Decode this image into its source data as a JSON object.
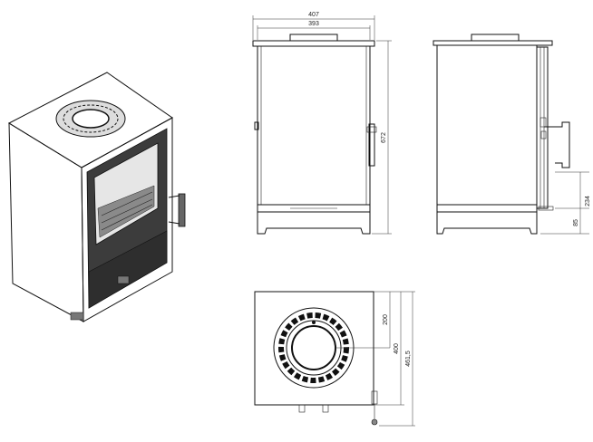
{
  "drawing": {
    "views": [
      "isometric",
      "front",
      "side",
      "top"
    ]
  },
  "dimensions": {
    "front_overall_width": "407",
    "front_body_width": "393",
    "front_height": "672",
    "side_dim_upper": "234",
    "side_dim_lower": "85",
    "top_dim_center": "200",
    "top_dim_depth": "400",
    "top_dim_overall": "461,5"
  }
}
